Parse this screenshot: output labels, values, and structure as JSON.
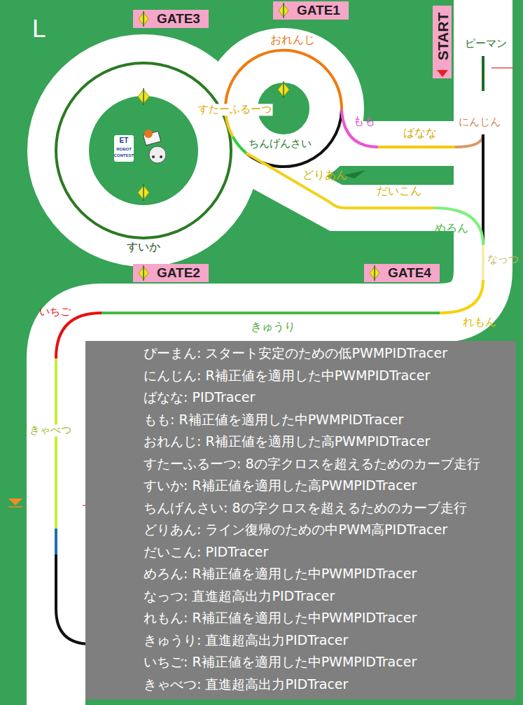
{
  "diagram": {
    "nodes": [
      {
        "text": [
          "GATE3"
        ]
      },
      {
        "text": [
          "GATE1"
        ]
      },
      {
        "text": [
          "START"
        ]
      },
      {
        "text": [
          "GATE2"
        ]
      },
      {
        "text": [
          "GATE4"
        ]
      },
      {
        "text": [
          "ぴーまん: スタート安定のための低PWMPIDTracer",
          "にんじん: R補正値を適用した中PWMPIDTracer",
          "ばなな: PIDTracer",
          "もも: R補正値を適用した中PWMPIDTracer",
          "おれんじ: R補正値を適用した高PWMPIDTracer",
          "すたーふるーつ: 8の字クロスを超えるためのカーブ走行",
          "すいか: R補正値を適用した高PWMPIDTracer",
          "ちんげんさい: 8の字クロスを超えるためのカーブ走行",
          "どりあん: ライン復帰のための中PWM高PIDTracer",
          "だいこん: PIDTracer",
          "めろん: R補正値を適用した中PWMPIDTracer",
          "なっつ: 直進超高出力PIDTracer",
          "れもん: R補正値を適用した中PWMPIDTracer",
          "きゅうり: 直進超高出力PIDTracer",
          "いちご: R補正値を適用した中PWMPIDTracer",
          "きゃべつ: 直進超高出力PIDTracer"
        ]
      }
    ],
    "labels": [
      "L",
      "おれんじ",
      "ピーマン",
      "すたーふるーつ",
      "もも",
      "にんじん",
      "ばなな",
      "ちんげんさい",
      "どりあん",
      "だいこん",
      "めろん",
      "なっつ",
      "すいか",
      "れもん",
      "きゅうり",
      "いちご",
      "きゃべつ",
      "ET",
      "ROBOT",
      "CONTEST"
    ]
  }
}
